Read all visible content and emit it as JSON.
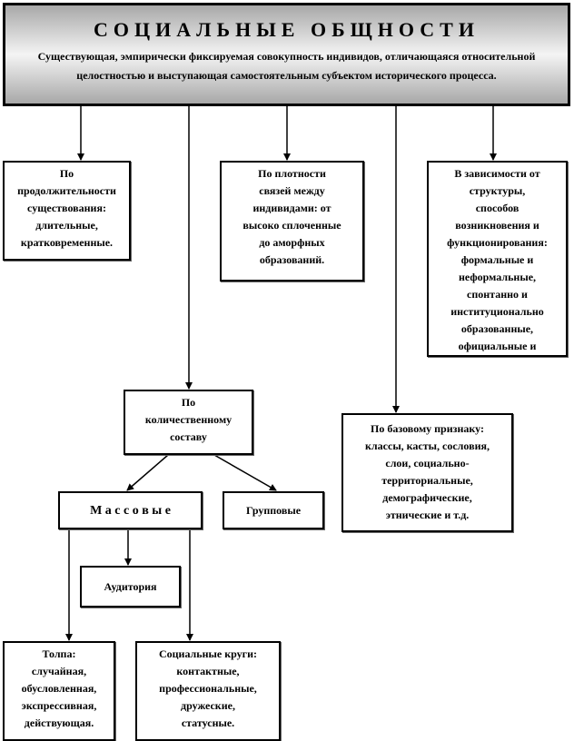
{
  "header": {
    "title": "СОЦИАЛЬНЫЕ ОБЩНОСТИ",
    "definition": "Существующая, эмпирически фиксируемая совокупность индивидов, отличающаяся относительной целостностью и выступающая самостоятельным субъектом исторического процесса."
  },
  "boxes": {
    "duration": [
      "По",
      "продолжительности",
      "существования:",
      "длительные,",
      "кратковременные."
    ],
    "density": [
      "По плотности",
      "связей между",
      "индивидами: от",
      "высоко сплоченные",
      "до аморфных",
      "образований."
    ],
    "structure": [
      "В зависимости от",
      "структуры,",
      "способов",
      "возникновения и",
      "функционирования:",
      "формальные и",
      "неформальные,",
      "спонтанно и",
      "институционально",
      "образованные,",
      "официальные и"
    ],
    "quantity": [
      "По",
      "количественному",
      "составу"
    ],
    "basic": [
      "По базовому признаку:",
      "классы, касты, сословия,",
      "слои, социально-",
      "территориальные,",
      "демографические,",
      "этнические и т.д."
    ],
    "mass": "М а с с о в ы е",
    "group": "Групповые",
    "audience": "Аудитория",
    "crowd": [
      "Толпа:",
      "случайная,",
      "обусловленная,",
      "экспрессивная,",
      "действующая."
    ],
    "circles": [
      "Социальные круги:",
      "контактные,",
      "профессиональные,",
      "дружеские,",
      "статусные."
    ]
  }
}
